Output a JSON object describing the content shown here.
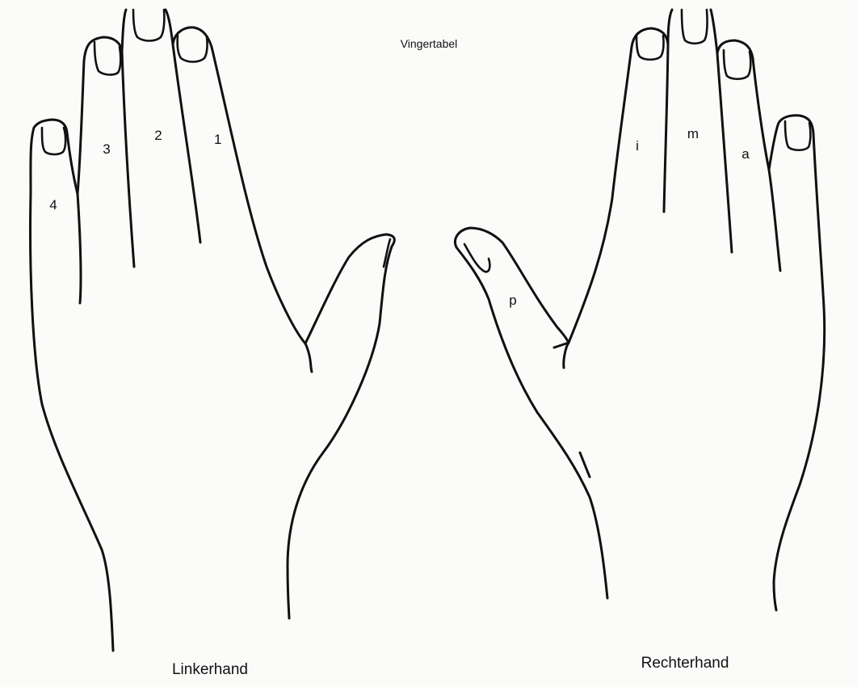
{
  "title": "Vingertabel",
  "left_hand": {
    "caption": "Linkerhand",
    "fingers": {
      "index": "1",
      "middle": "2",
      "ring": "3",
      "little": "4"
    }
  },
  "right_hand": {
    "caption": "Rechterhand",
    "fingers": {
      "thumb": "p",
      "index": "i",
      "middle": "m",
      "ring": "a"
    }
  }
}
